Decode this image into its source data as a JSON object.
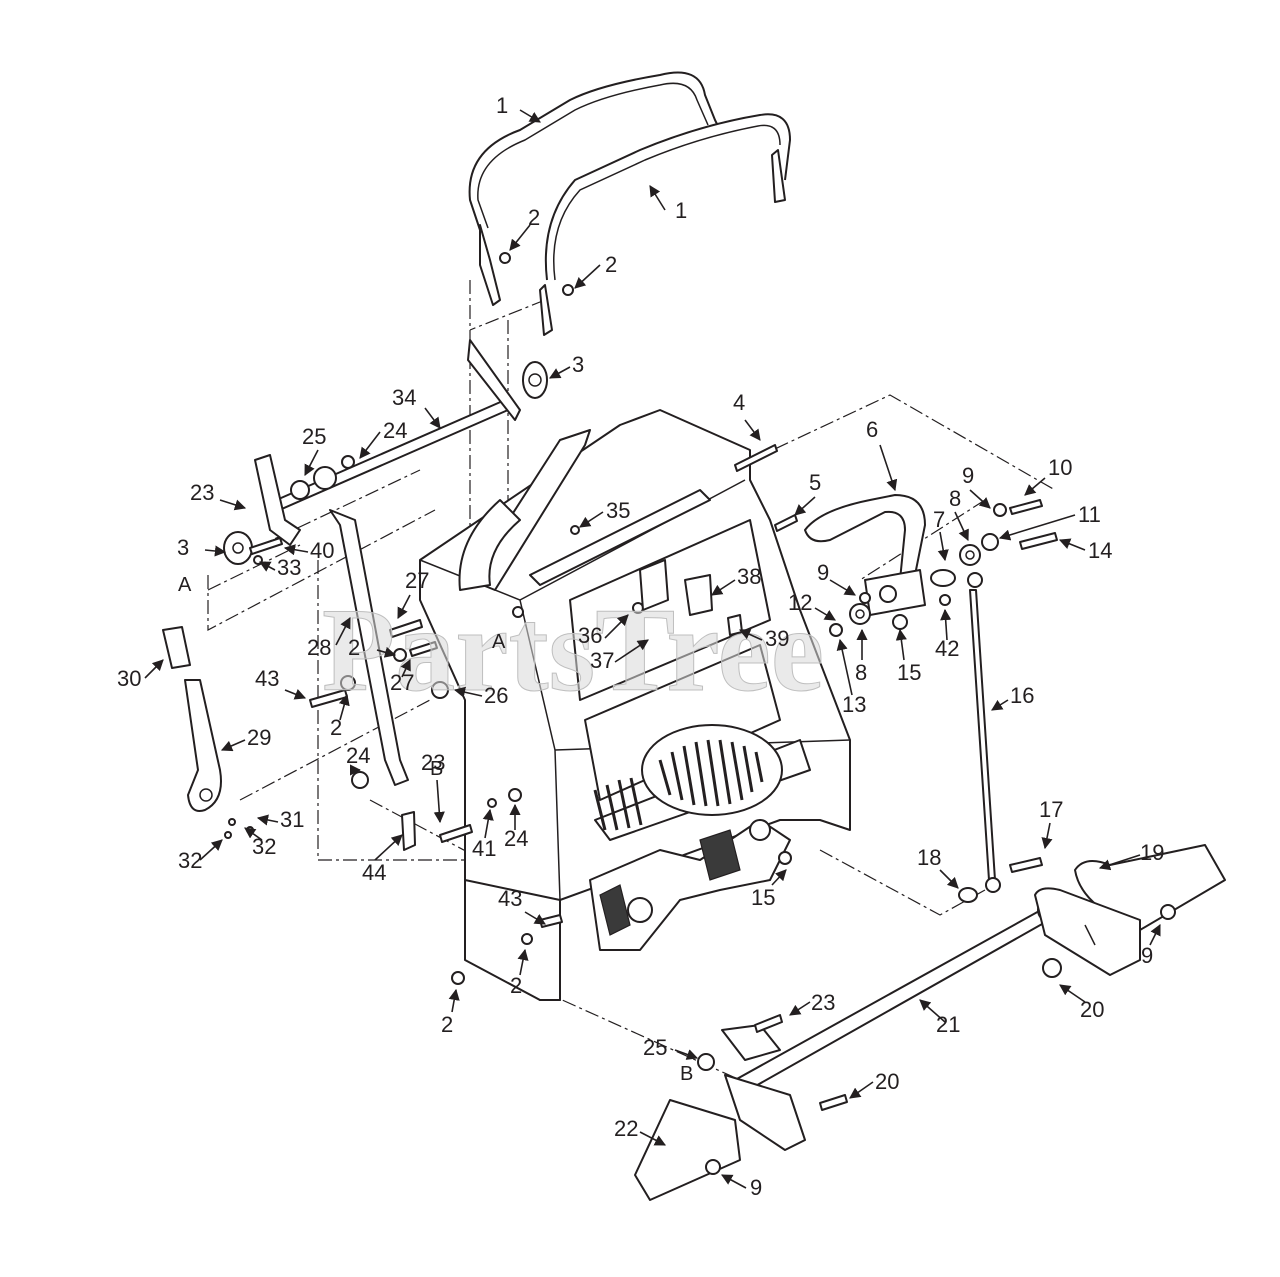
{
  "watermark": {
    "text": "PartsTree"
  },
  "diagram": {
    "callouts": [
      "1",
      "1",
      "2",
      "2",
      "3",
      "4",
      "34",
      "25",
      "24",
      "23",
      "3",
      "40",
      "33",
      "35",
      "5",
      "6",
      "9",
      "10",
      "8",
      "11",
      "7",
      "14",
      "9",
      "12",
      "36",
      "37",
      "38",
      "39",
      "27",
      "28",
      "2",
      "27",
      "26",
      "30",
      "43",
      "2",
      "29",
      "8",
      "13",
      "15",
      "42",
      "16",
      "24",
      "23",
      "31",
      "32",
      "32",
      "41",
      "24",
      "44",
      "17",
      "18",
      "19",
      "15",
      "43",
      "2",
      "2",
      "23",
      "21",
      "20",
      "9",
      "25",
      "20",
      "22",
      "9"
    ],
    "letter_labels": [
      "A",
      "A",
      "B",
      "B"
    ]
  }
}
